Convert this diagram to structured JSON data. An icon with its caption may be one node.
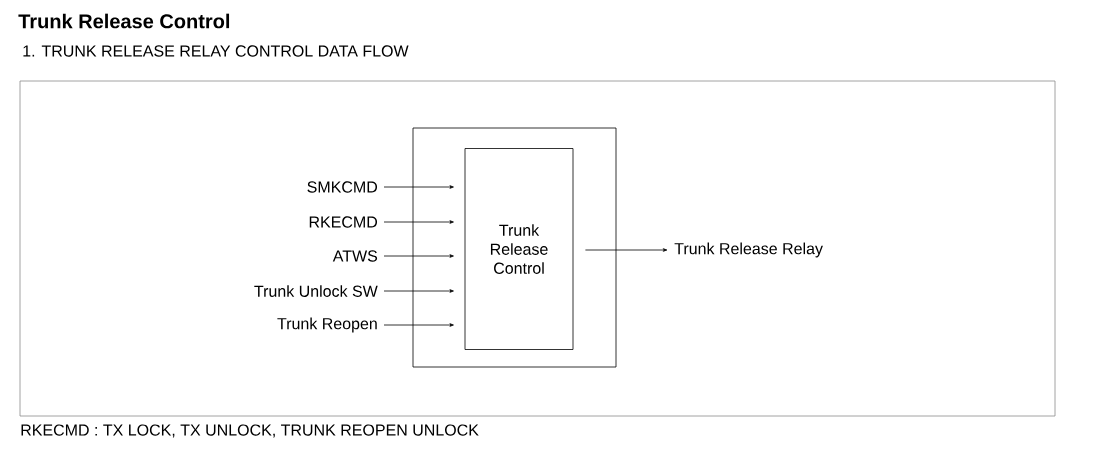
{
  "diagram": {
    "title": "Trunk Release Control",
    "caption": "RKECMD : TX LOCK, TX UNLOCK, TRUNK REOPEN UNLOCK",
    "labels": [
      "1. TRUNK RELEASE RELAY CONTROL DATA FLOW"
    ],
    "nodes": [
      {
        "text": [],
        "shape": "box"
      },
      {
        "text": [
          "Trunk Release Control"
        ],
        "in": 0
      },
      {
        "text": [
          "SMKCMD"
        ]
      },
      {
        "text": [
          "RKECMD"
        ]
      },
      {
        "text": [
          "ATWS"
        ]
      },
      {
        "text": [
          "Trunk Unlock SW"
        ]
      },
      {
        "text": [
          "Trunk Reopen"
        ]
      },
      {
        "text": [
          "Trunk Release Relay"
        ]
      }
    ],
    "edges": [
      {
        "from": 2,
        "to": 1,
        "arrow": "to"
      },
      {
        "from": 3,
        "to": 1,
        "arrow": "to"
      },
      {
        "from": 4,
        "to": 1,
        "arrow": "to"
      },
      {
        "from": 5,
        "to": 1,
        "arrow": "to"
      },
      {
        "from": 6,
        "to": 1,
        "arrow": "to"
      },
      {
        "from": 1,
        "to": 7,
        "arrow": "to"
      }
    ]
  }
}
